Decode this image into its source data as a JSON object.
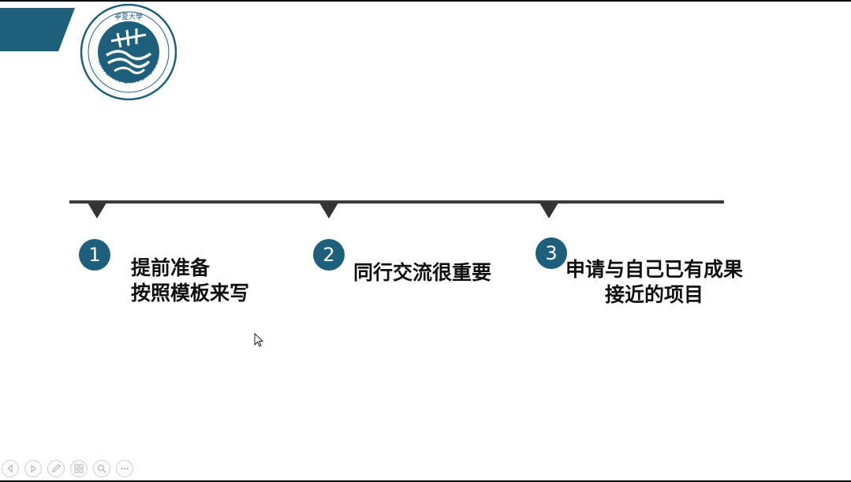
{
  "slide": {
    "logo": {
      "arc_text": "NINGXIA UNIVERSITY",
      "brand_color": "#1e5f7c",
      "top_seal_text": "寧夏大學"
    },
    "timeline": {
      "bar_color": "#3a3a3a",
      "steps": [
        {
          "number": "1",
          "lines": [
            "提前准备",
            "按照模板来写"
          ]
        },
        {
          "number": "2",
          "lines": [
            "同行交流很重要"
          ]
        },
        {
          "number": "3",
          "lines": [
            "申请与自己已有成果",
            "接近的项目"
          ]
        }
      ]
    }
  },
  "controls": {
    "icons": [
      "previous-icon",
      "next-icon",
      "pen-icon",
      "slides-icon",
      "zoom-icon",
      "more-icon"
    ]
  },
  "colors": {
    "accent": "#1e5f7c",
    "text": "#111111"
  }
}
